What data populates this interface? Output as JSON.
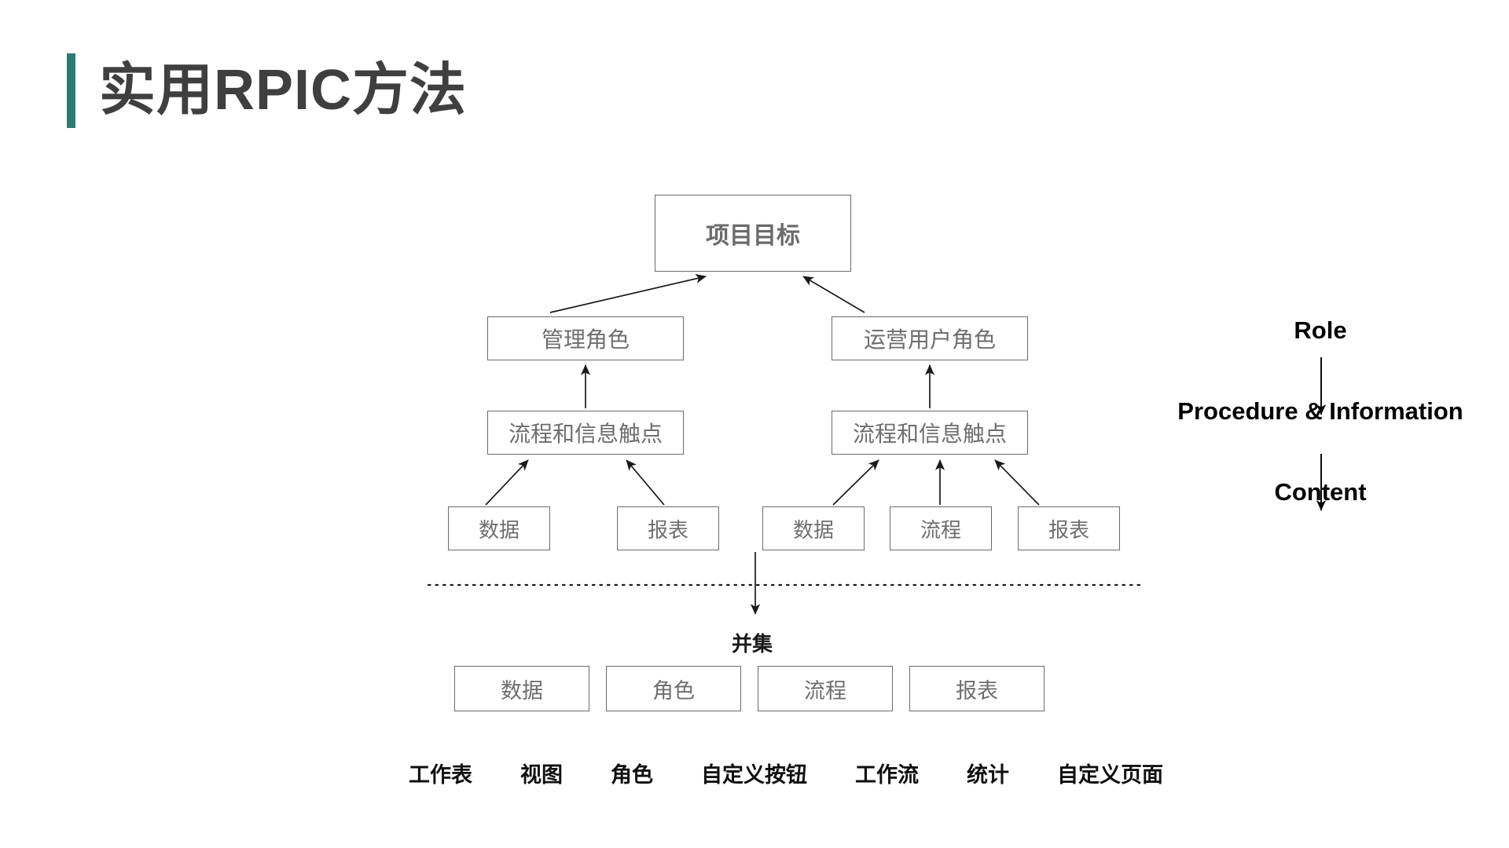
{
  "title": {
    "text": "实用RPIC方法",
    "accent_color": "#2F7A72",
    "text_color": "#3F3F3F"
  },
  "diagram": {
    "goal": {
      "label": "项目目标"
    },
    "roles": [
      {
        "label": "管理角色"
      },
      {
        "label": "运营用户角色"
      }
    ],
    "touchpoints": [
      {
        "label": "流程和信息触点"
      },
      {
        "label": "流程和信息触点"
      }
    ],
    "leaves": [
      {
        "label": "数据"
      },
      {
        "label": "报表"
      },
      {
        "label": "数据"
      },
      {
        "label": "流程"
      },
      {
        "label": "报表"
      }
    ],
    "union_label": "并集",
    "union_boxes": [
      {
        "label": "数据"
      },
      {
        "label": "角色"
      },
      {
        "label": "流程"
      },
      {
        "label": "报表"
      }
    ],
    "captions": [
      "工作表",
      "视图",
      "角色",
      "自定义按钮",
      "工作流",
      "统计",
      "自定义页面"
    ],
    "box_border_color": "#6b6b6b",
    "box_text_color": "#6E6E6E",
    "connector_color": "#1a1a1a",
    "divider_style": "dotted"
  },
  "legend": {
    "levels": [
      {
        "label": "Role"
      },
      {
        "label": "Procedure & Information"
      },
      {
        "label": "Content"
      }
    ],
    "arrow_glyph": "down-arrow"
  }
}
